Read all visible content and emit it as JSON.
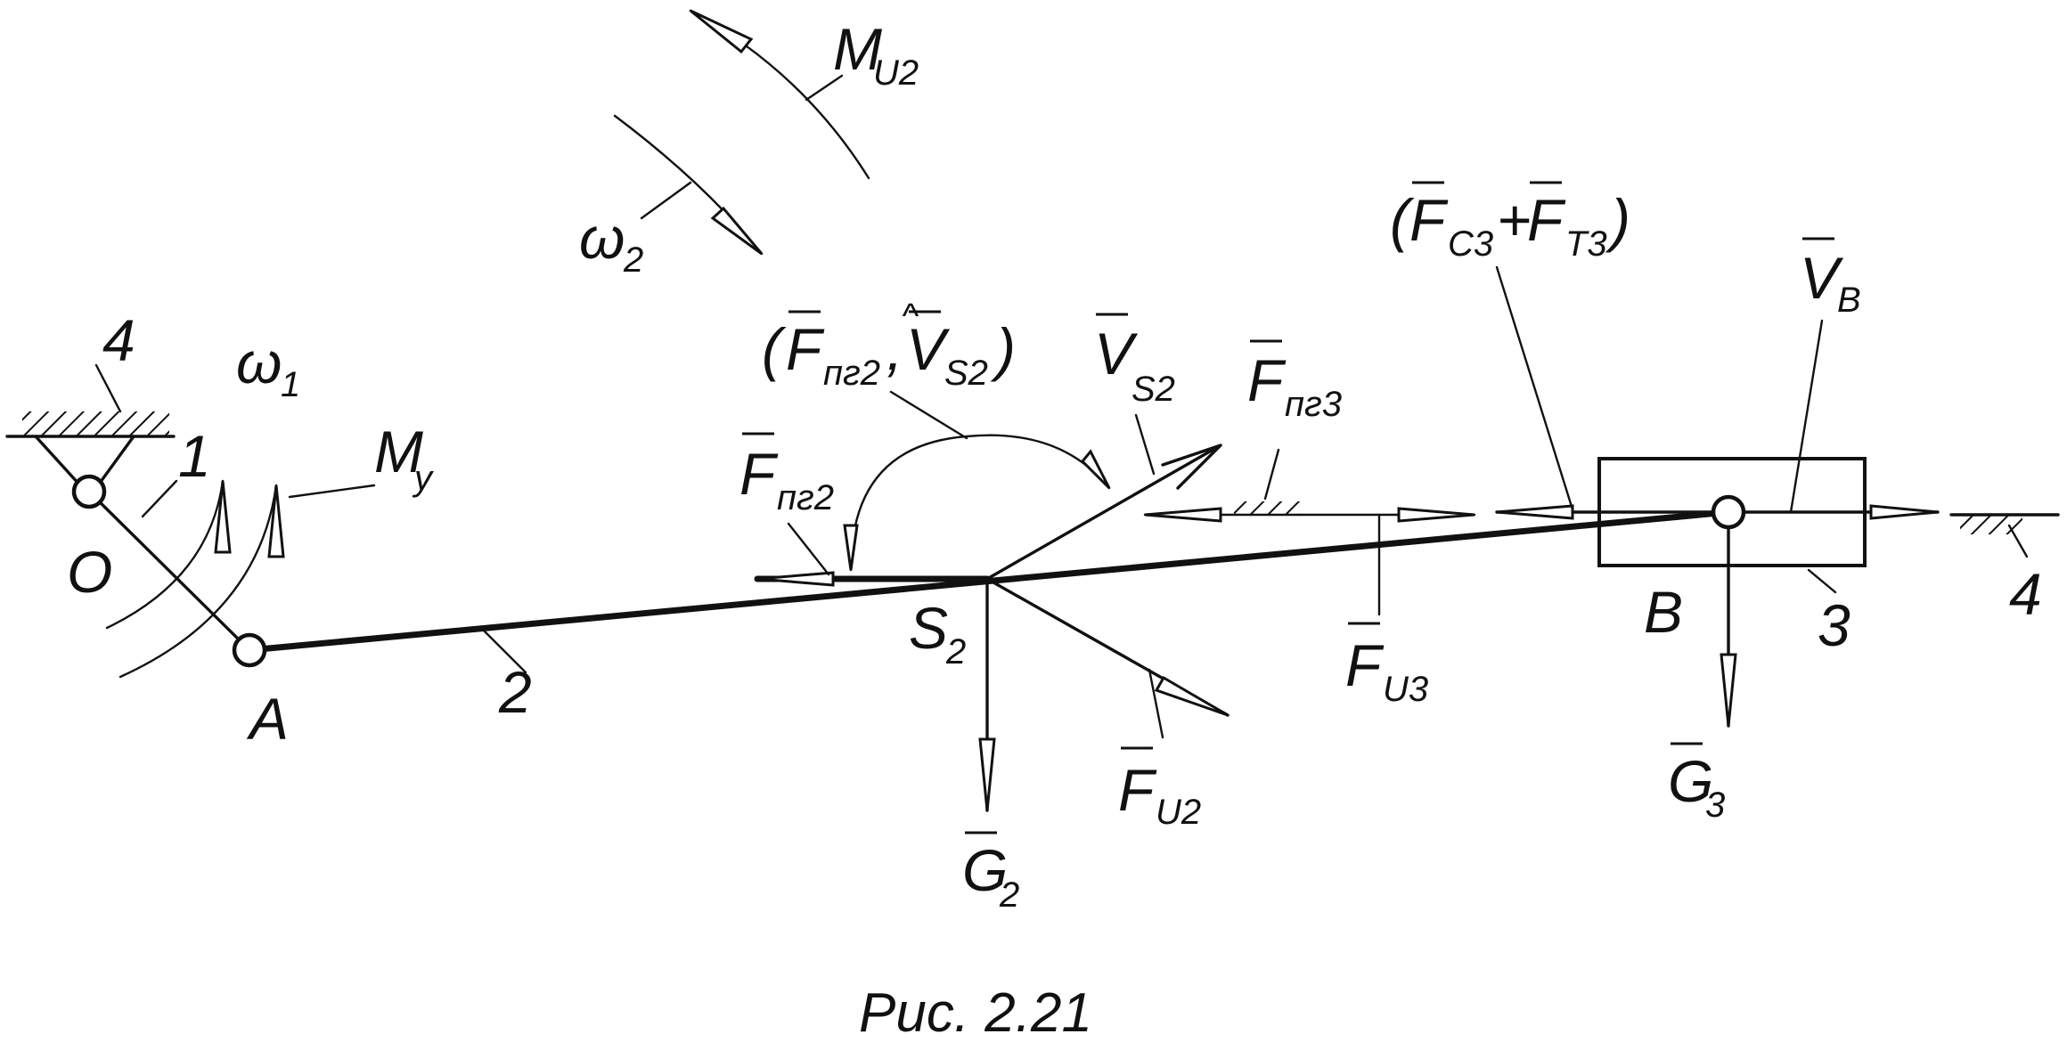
{
  "figure": {
    "caption": "Рис. 2.21",
    "links": {
      "frame_left": "4",
      "crank": "1",
      "connecting_rod": "2",
      "slider": "3",
      "frame_right": "4"
    },
    "points": {
      "O": "O",
      "A": "A",
      "B": "B",
      "S2_main": "S",
      "S2_sub": "2"
    },
    "omega1": {
      "main": "ω",
      "sub": "1"
    },
    "omega2": {
      "main": "ω",
      "sub": "2"
    },
    "M_y": {
      "main": "M",
      "sub": "у"
    },
    "M_U2": {
      "main": "M",
      "sub": "U2"
    },
    "V_S2": {
      "main": "V",
      "sub": "S2"
    },
    "V_B": {
      "main": "V",
      "sub": "B"
    },
    "F_pr2": {
      "main": "F",
      "sub": "пг2"
    },
    "F_pr3": {
      "main": "F",
      "sub": "пг3"
    },
    "F_U2": {
      "main": "F",
      "sub": "U2"
    },
    "F_U3": {
      "main": "F",
      "sub": "U3"
    },
    "G_2": {
      "main": "G",
      "sub": "2"
    },
    "G_3": {
      "main": "G",
      "sub": "3"
    },
    "angle_label": {
      "open": "(",
      "f_main": "F",
      "f_sub": "пг2",
      "comma": ",",
      "caret": "^",
      "v_main": "V",
      "v_sub": "S2",
      "close": ")"
    },
    "resistance_label": {
      "open": "(",
      "fc_main": "F",
      "fc_sub": "C3",
      "plus": "+",
      "ft_main": "F",
      "ft_sub": "T3",
      "close": ")"
    }
  }
}
